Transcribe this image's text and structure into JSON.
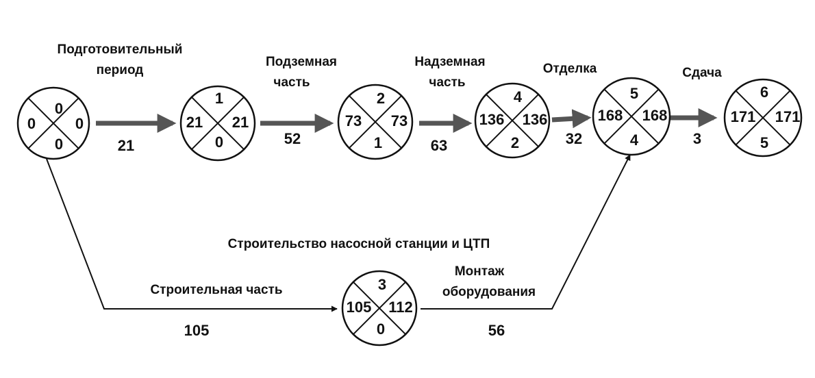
{
  "colors": {
    "ink": "#111111",
    "main_arrow": "#555555",
    "background": "#ffffff"
  },
  "nodes": [
    {
      "id": "n0",
      "top": "0",
      "left": "0",
      "right": "0",
      "bottom": "0"
    },
    {
      "id": "n1",
      "top": "1",
      "left": "21",
      "right": "21",
      "bottom": "0"
    },
    {
      "id": "n2",
      "top": "2",
      "left": "73",
      "right": "73",
      "bottom": "1"
    },
    {
      "id": "n3",
      "top": "4",
      "left": "136",
      "right": "136",
      "bottom": "2"
    },
    {
      "id": "n4",
      "top": "5",
      "left": "168",
      "right": "168",
      "bottom": "4"
    },
    {
      "id": "n5",
      "top": "6",
      "left": "171",
      "right": "171",
      "bottom": "5"
    },
    {
      "id": "n6",
      "top": "3",
      "left": "105",
      "right": "112",
      "bottom": "0"
    }
  ],
  "activities": [
    {
      "from": "n0",
      "to": "n1",
      "label_lines": [
        "Подготовительный",
        "период"
      ],
      "duration": "21"
    },
    {
      "from": "n1",
      "to": "n2",
      "label_lines": [
        "Подземная",
        "часть"
      ],
      "duration": "52"
    },
    {
      "from": "n2",
      "to": "n3",
      "label_lines": [
        "Надземная",
        "часть"
      ],
      "duration": "63"
    },
    {
      "from": "n3",
      "to": "n4",
      "label_lines": [
        "Отделка"
      ],
      "duration": "32"
    },
    {
      "from": "n4",
      "to": "n5",
      "label_lines": [
        "Сдача"
      ],
      "duration": "3"
    },
    {
      "from": "n0",
      "to": "n6",
      "label_lines": [
        "Строительная часть"
      ],
      "duration": "105"
    },
    {
      "from": "n6",
      "to": "n4",
      "label_lines": [
        "Монтаж",
        "оборудования"
      ],
      "duration": "56"
    }
  ],
  "branch_title": "Строительство насосной станции и ЦТП"
}
